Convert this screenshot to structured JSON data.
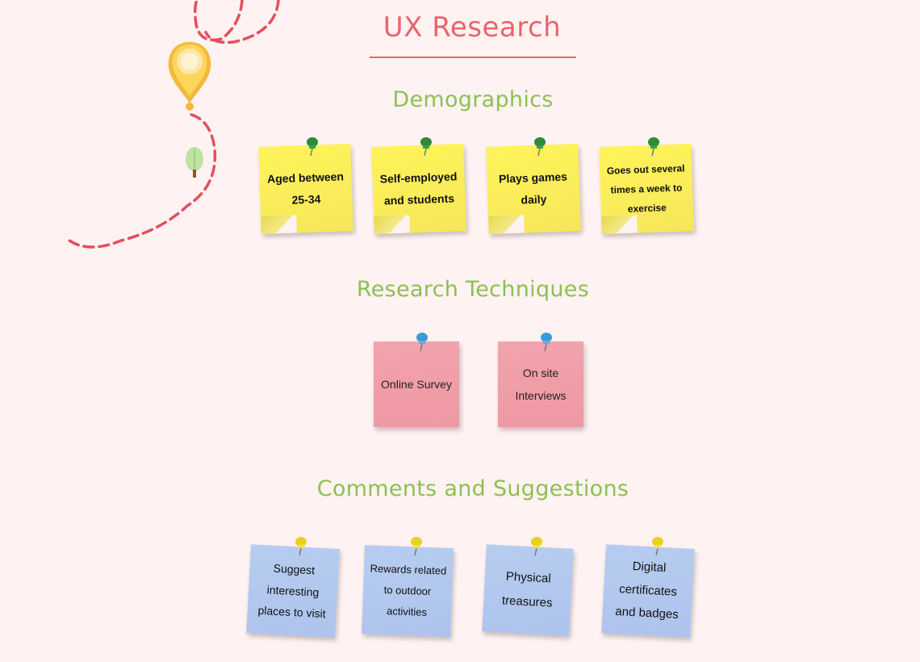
{
  "title": "UX Research",
  "sections": {
    "demographics": {
      "heading": "Demographics",
      "notes": [
        "Aged between 25-34",
        "Self-employed and students",
        "Plays games daily",
        "Goes out several times a week to exercise"
      ]
    },
    "techniques": {
      "heading": "Research Techniques",
      "notes": [
        "Online Survey",
        "On site Interviews"
      ]
    },
    "comments": {
      "heading": "Comments and Suggestions",
      "notes": [
        "Suggest interesting places to visit",
        "Rewards related to outdoor activities",
        "Physical treasures",
        "Digital certificates and badges"
      ]
    }
  },
  "colors": {
    "title": "#e8656b",
    "heading": "#8cc152",
    "yellow_note": "#f9ec5a",
    "pink_note": "#f0a0aa",
    "blue_note": "#b0c6ee",
    "background": "#fff2f2"
  },
  "icons": [
    "map-pin-icon",
    "tree-icon",
    "push-pin-icon"
  ]
}
